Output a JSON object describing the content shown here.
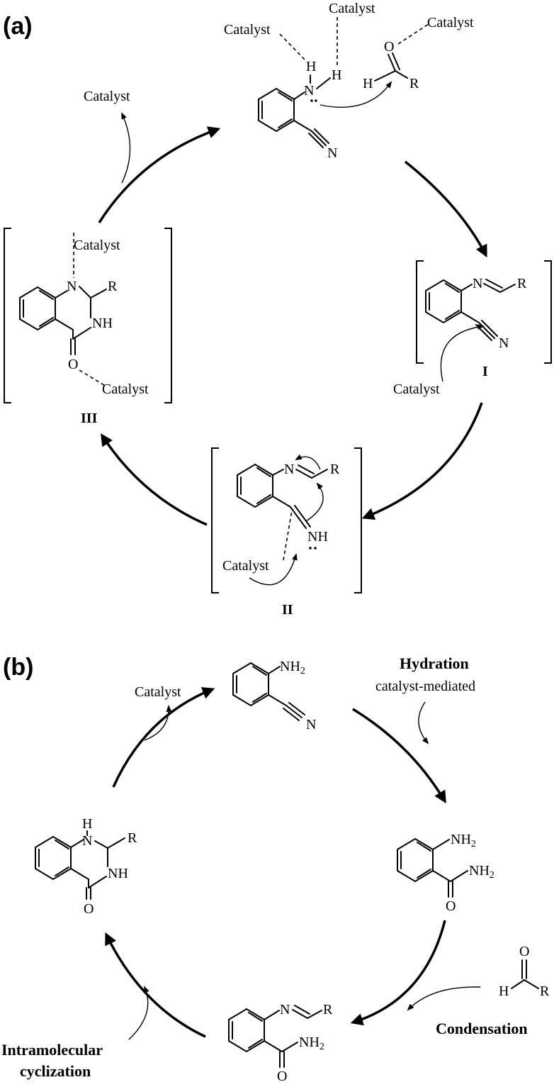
{
  "panel_a": {
    "label": "(a)",
    "catalyst": "Catalyst",
    "intermediates": [
      "I",
      "II",
      "III"
    ]
  },
  "panel_b": {
    "label": "(b)",
    "catalyst": "Catalyst",
    "hydration": "Hydration",
    "hydration_sub": "catalyst-mediated",
    "condensation": "Condensation",
    "cyclization_line1": "Intramolecular",
    "cyclization_line2": "cyclization"
  },
  "atoms": {
    "N": "N",
    "H": "H",
    "O": "O",
    "R": "R",
    "NH": "NH",
    "NH2": "NH",
    "sub2": "2"
  }
}
